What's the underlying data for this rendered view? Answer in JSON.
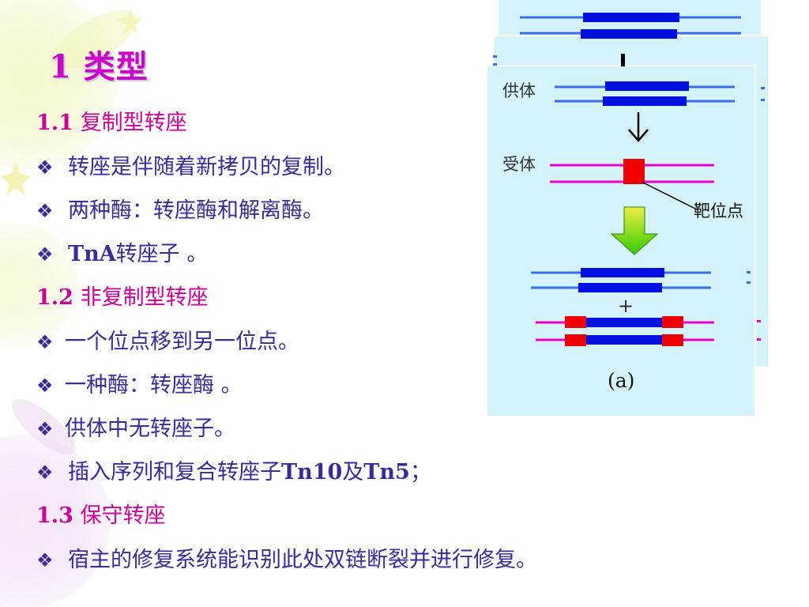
{
  "slide": {
    "title": "1 类型",
    "sections": [
      {
        "heading": {
          "num": "1.1",
          "text": "复制型转座"
        },
        "items": [
          {
            "text": "转座是伴随着新拷贝的复制。"
          },
          {
            "text": "两种酶：转座酶和解离酶。"
          },
          {
            "bold": "TnA",
            "text": "转座子 。"
          }
        ]
      },
      {
        "heading": {
          "num": "1.2",
          "text": "非复制型转座"
        },
        "items": [
          {
            "text": "一个位点移到另一位点。"
          },
          {
            "text": "一种酶：转座酶 。"
          },
          {
            "text": "供体中无转座子。"
          },
          {
            "text": "插入序列和复合转座子",
            "bold": "Tn10",
            "text2": "及",
            "bold2": "Tn5",
            "text3": "；"
          }
        ]
      },
      {
        "heading": {
          "num": "1.3",
          "text": "保守转座"
        },
        "items": [
          {
            "text": "宿主的修复系统能识别此处双链断裂并进行修复。"
          }
        ]
      }
    ],
    "bullet_glyph": "❖"
  },
  "diagram": {
    "donor_label": "供体",
    "recipient_label": "受体",
    "target_label": "靶位点",
    "plus_sign": "+",
    "caption": "(a)",
    "colors": {
      "panel": "#d4f3fb",
      "dna_blue": "#0011dd",
      "dna_light_blue": "#3a6ee8",
      "dna_magenta": "#ee00cc",
      "site_red": "#ee0000",
      "arrow_green": "#33cc00",
      "arrow_yellow": "#eeee33"
    }
  },
  "theme": {
    "heading_color": "#cc0099",
    "bullet_color": "#3a2a9a"
  }
}
